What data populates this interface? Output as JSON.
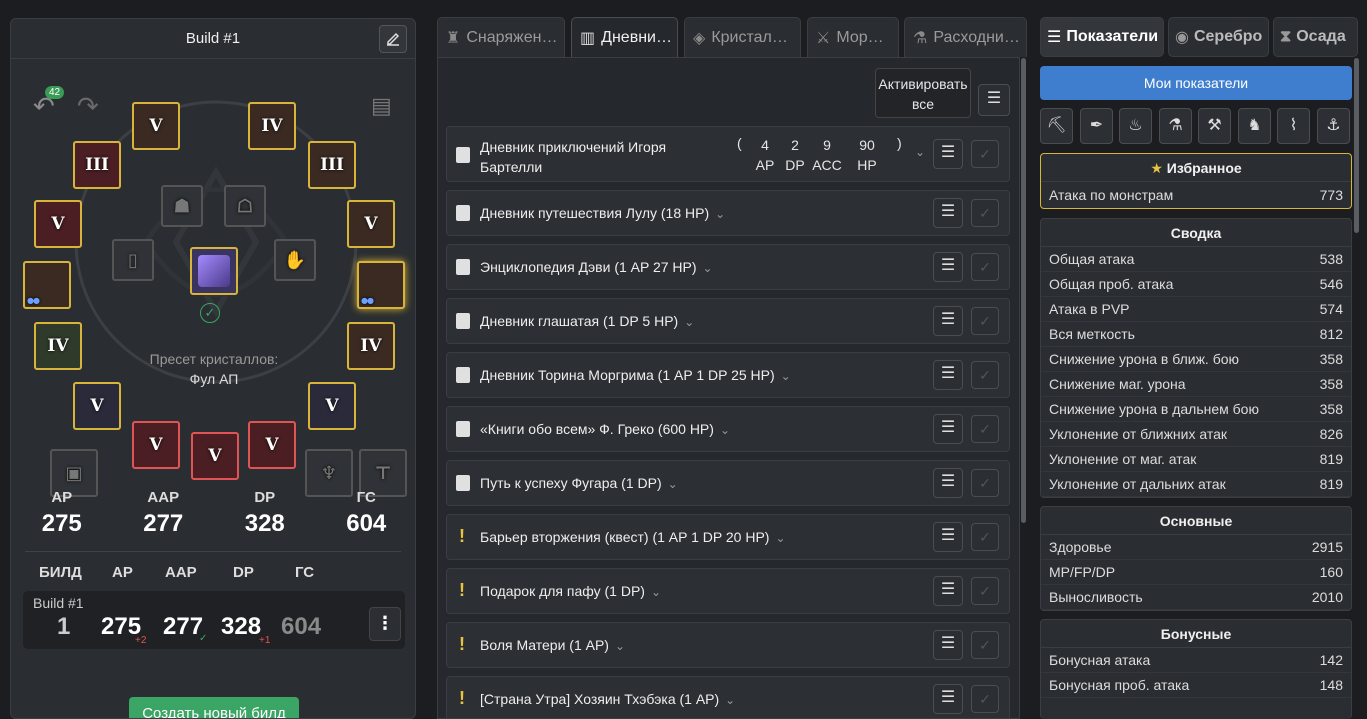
{
  "build_panel": {
    "title": "Build #1",
    "undo_count": "42",
    "slot_tiers": {
      "top_left": "V",
      "top_right": "IV",
      "left_1": "III",
      "right_1": "III",
      "left_2": "V",
      "right_2": "V",
      "left_3": "",
      "right_3": "",
      "left_4": "IV",
      "right_4": "IV",
      "left_5": "V",
      "right_5": "V",
      "bottom_1": "V",
      "bottom_2": "V",
      "bottom_3": "V"
    },
    "preset_label": "Пресет кристаллов:",
    "preset_value": "Фул АП",
    "stats": [
      {
        "label": "AP",
        "value": "275"
      },
      {
        "label": "AAP",
        "value": "277"
      },
      {
        "label": "DP",
        "value": "328"
      },
      {
        "label": "ГС",
        "value": "604"
      }
    ],
    "build_table": {
      "headers": [
        "БИЛД",
        "AP",
        "AAP",
        "DP",
        "ГС"
      ],
      "name": "Build #1",
      "values": [
        "1",
        "275",
        "277",
        "328",
        "604"
      ],
      "ap_delta": "+2",
      "dp_delta": "+1"
    },
    "create_button": "Создать новый билд"
  },
  "tabs": [
    {
      "label": "Снаряжен…",
      "icon": "armor-icon"
    },
    {
      "label": "Дневни…",
      "icon": "books-icon"
    },
    {
      "label": "Кристал…",
      "icon": "crystal-icon"
    },
    {
      "label": "Мор…",
      "icon": "anchor-cross-icon"
    },
    {
      "label": "Расходни…",
      "icon": "flask-icon"
    }
  ],
  "journal": {
    "activate_all": "Активировать все",
    "first_entry": {
      "name_line1": "Дневник приключений Игоря",
      "name_line2": "Бартелли",
      "open_paren": "(",
      "close_paren": ")",
      "stats": [
        {
          "value": "4",
          "label": "AP"
        },
        {
          "value": "2",
          "label": "DP"
        },
        {
          "value": "9",
          "label": "ACC"
        },
        {
          "value": "90",
          "label": "HP"
        }
      ]
    },
    "entries": [
      {
        "text": "Дневник путешествия Лулу  (18 HP)",
        "kind": "book"
      },
      {
        "text": "Энциклопедия Дэви  (1 AP 27 HP)",
        "kind": "book"
      },
      {
        "text": "Дневник глашатая  (1 DP 5 HP)",
        "kind": "book"
      },
      {
        "text": "Дневник Торина Моргрима  (1 AP 1 DP 25 HP)",
        "kind": "book"
      },
      {
        "text": "«Книги обо всем» Ф. Греко  (600 HP)",
        "kind": "book"
      },
      {
        "text": "Путь к успеху Фугара  (1 DP)",
        "kind": "book"
      },
      {
        "text": "Барьер вторжения (квест)  (1 AP 1 DP 20 HP)",
        "kind": "quest"
      },
      {
        "text": "Подарок для пафу  (1 DP)",
        "kind": "quest"
      },
      {
        "text": "Воля Матери  (1 AP)",
        "kind": "quest"
      },
      {
        "text": "[Страна Утра] Хозяин Тхэбэка  (1 AP)",
        "kind": "quest"
      }
    ]
  },
  "right_tabs": [
    {
      "label": "Показатели",
      "icon": "list-icon"
    },
    {
      "label": "Серебро",
      "icon": "coins-icon"
    },
    {
      "label": "Осада",
      "icon": "hourglass-icon"
    }
  ],
  "my_stats_button": "Мои показатели",
  "favorites": {
    "title": "Избранное",
    "rows": [
      {
        "label": "Атака по монстрам",
        "value": "773"
      }
    ]
  },
  "summary": {
    "title": "Сводка",
    "rows": [
      {
        "label": "Общая атака",
        "value": "538"
      },
      {
        "label": "Общая проб. атака",
        "value": "546"
      },
      {
        "label": "Атака в PVP",
        "value": "574"
      },
      {
        "label": "Вся меткость",
        "value": "812"
      },
      {
        "label": "Снижение урона в ближ. бою",
        "value": "358"
      },
      {
        "label": "Снижение маг. урона",
        "value": "358"
      },
      {
        "label": "Снижение урона в дальнем бою",
        "value": "358"
      },
      {
        "label": "Уклонение от ближних атак",
        "value": "826"
      },
      {
        "label": "Уклонение от маг. атак",
        "value": "819"
      },
      {
        "label": "Уклонение от дальних атак",
        "value": "819"
      }
    ]
  },
  "main_stats": {
    "title": "Основные",
    "rows": [
      {
        "label": "Здоровье",
        "value": "2915"
      },
      {
        "label": "MP/FP/DP",
        "value": "160"
      },
      {
        "label": "Выносливость",
        "value": "2010"
      }
    ]
  },
  "bonus_stats": {
    "title": "Бонусные",
    "rows": [
      {
        "label": "Бонусная атака",
        "value": "142"
      },
      {
        "label": "Бонусная проб. атака",
        "value": "148"
      }
    ]
  },
  "colors": {
    "accent_blue": "#3f7ecf",
    "gold": "#d8b53a",
    "red": "#e05454",
    "green": "#3aa564"
  }
}
